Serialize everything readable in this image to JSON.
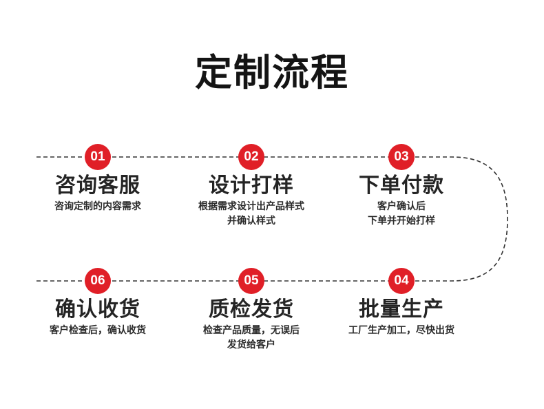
{
  "page": {
    "title": "定制流程",
    "background_color": "#ffffff",
    "accent_color": "#e01f27",
    "text_color": "#242424",
    "line_color": "#333333"
  },
  "flow": {
    "connector": {
      "style": "dashed",
      "shape": "u-turn-right",
      "dash_pattern": "6 4"
    },
    "steps": [
      {
        "number": "01",
        "title": "咨询客服",
        "desc_lines": [
          "咨询定制的内容需求"
        ]
      },
      {
        "number": "02",
        "title": "设计打样",
        "desc_lines": [
          "根据需求设计出产品样式",
          "并确认样式"
        ]
      },
      {
        "number": "03",
        "title": "下单付款",
        "desc_lines": [
          "客户确认后",
          "下单并开始打样"
        ]
      },
      {
        "number": "04",
        "title": "批量生产",
        "desc_lines": [
          "工厂生产加工，尽快出货"
        ]
      },
      {
        "number": "05",
        "title": "质检发货",
        "desc_lines": [
          "检查产品质量，无误后",
          "发货给客户"
        ]
      },
      {
        "number": "06",
        "title": "确认收货",
        "desc_lines": [
          "客户检查后，确认收货"
        ]
      }
    ]
  }
}
